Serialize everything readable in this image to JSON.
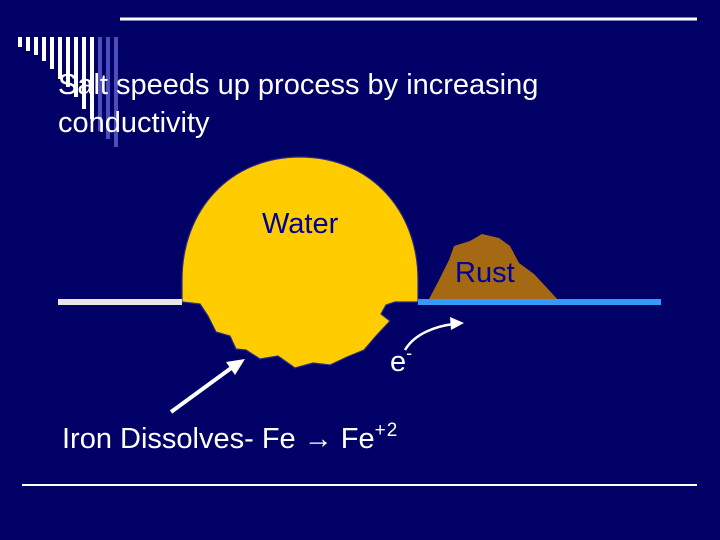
{
  "slide": {
    "title": "Salt speeds up process by increasing conductivity"
  },
  "labels": {
    "water": "Water",
    "rust": "Rust",
    "electron": "e",
    "electron_charge": "-",
    "equation": "Iron Dissolves- Fe → Fe",
    "equation_charge": "+2"
  },
  "colors": {
    "background": "#000066",
    "water": "#ffcc00",
    "rust": "#a56914",
    "metal_left": "#e6e6e6",
    "metal_right": "#3399ff",
    "text_light": "#ffffff",
    "text_dark": "#000099"
  }
}
